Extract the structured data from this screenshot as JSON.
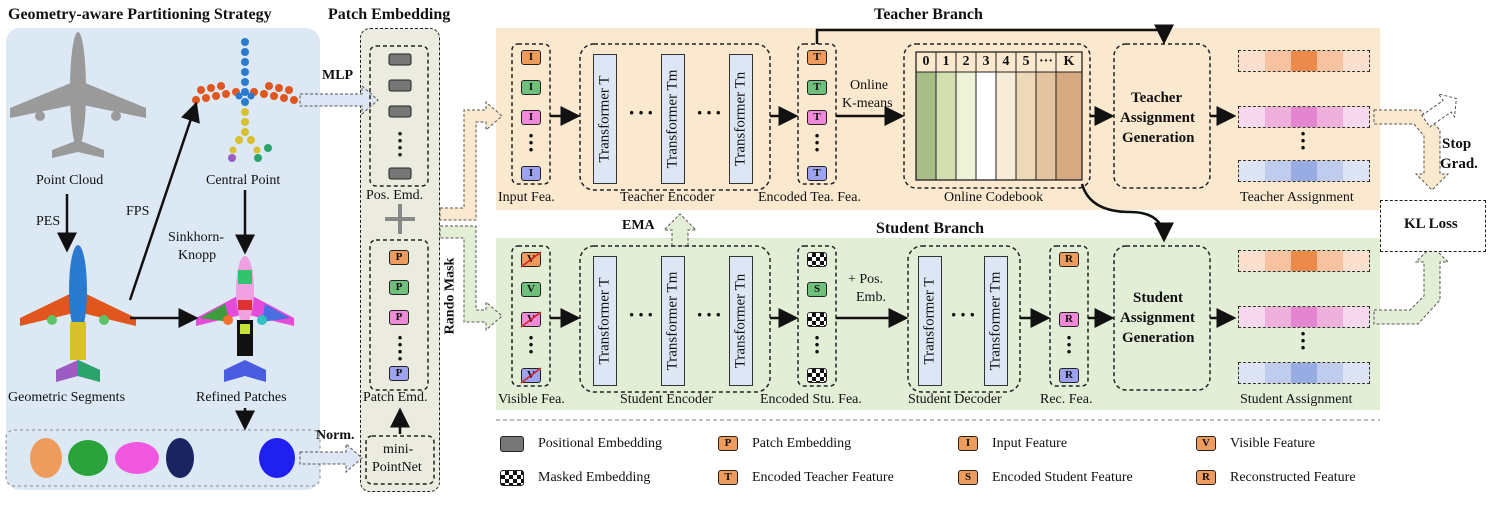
{
  "titles": {
    "partition": "Geometry-aware Partitioning Strategy",
    "patch_embedding": "Patch Embedding",
    "teacher_branch": "Teacher Branch",
    "student_branch": "Student Branch"
  },
  "partition": {
    "point_cloud": "Point Cloud",
    "central_point": "Central Point",
    "geometric_segments": "Geometric Segments",
    "refined_patches": "Refined Patches",
    "pes": "PES",
    "fps": "FPS",
    "sinkhorn": "Sinkhorn-",
    "knopp": "Knopp",
    "mlp": "MLP",
    "norm": "Norm."
  },
  "embed": {
    "pos_emd": "Pos. Emd.",
    "patch_emd": "Patch Emd.",
    "mini_pointnet_1": "mini-",
    "mini_pointnet_2": "PointNet",
    "random_mask": "Rando Mask",
    "ema": "EMA"
  },
  "teacher": {
    "input_fea": "Input Fea.",
    "encoder": "Teacher Encoder",
    "encoded": "Encoded Tea. Fea.",
    "online_1": "Online",
    "online_2": "K-means",
    "codebook": "Online Codebook",
    "codebook_indices": [
      "0",
      "1",
      "2",
      "3",
      "4",
      "5",
      "···",
      "K"
    ],
    "gen_1": "Teacher",
    "gen_2": "Assignment",
    "gen_3": "Generation",
    "assignment": "Teacher Assignment",
    "stop_1": "Stop",
    "stop_2": "Grad."
  },
  "student": {
    "visible_fea": "Visible Fea.",
    "encoder": "Student Encoder",
    "encoded": "Encoded Stu. Fea.",
    "pos_emb_1": "+ Pos.",
    "pos_emb_2": "Emb.",
    "decoder": "Student Decoder",
    "rec_fea": "Rec. Fea.",
    "gen_1": "Student",
    "gen_2": "Assignment",
    "gen_3": "Generation",
    "assignment": "Student Assignment",
    "kl_loss": "KL Loss"
  },
  "transformers": {
    "t1": "Transformer T",
    "tm": "Transformer Tm",
    "tn": "Transformer Tn"
  },
  "tokens": {
    "I": "I",
    "T": "T",
    "V": "V",
    "S": "S",
    "R": "R",
    "P": "P"
  },
  "legend": [
    {
      "key": "pos",
      "label": "Positional Embedding"
    },
    {
      "key": "patch",
      "label": "Patch Embedding",
      "letter": "P"
    },
    {
      "key": "input",
      "label": "Input Feature",
      "letter": "I"
    },
    {
      "key": "visible",
      "label": "Visible Feature",
      "letter": "V"
    },
    {
      "key": "masked",
      "label": "Masked Embedding"
    },
    {
      "key": "enc_teacher",
      "label": "Encoded Teacher Feature",
      "letter": "T"
    },
    {
      "key": "enc_student",
      "label": "Encoded Student Feature",
      "letter": "S"
    },
    {
      "key": "recon",
      "label": "Reconstructed Feature",
      "letter": "R"
    }
  ],
  "colors": {
    "partition_bg": "#dde8f5",
    "embed_bg": "#ebebdf",
    "teacher_bg": "#fbe9cf",
    "student_bg": "#e3eed7",
    "orange_token": "#ee9b5e",
    "green_token": "#6ec07c",
    "pink_token": "#f08ad8",
    "violet_token": "#9da3f0"
  }
}
